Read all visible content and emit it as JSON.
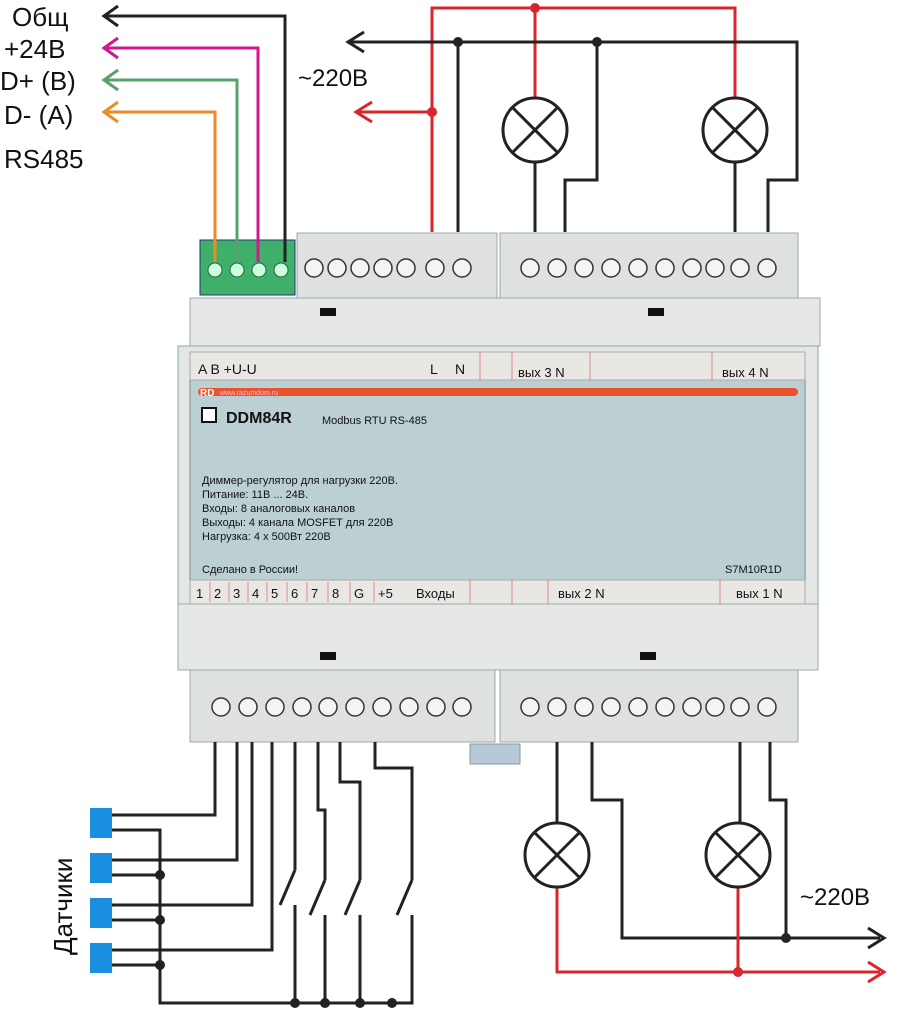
{
  "rs485": {
    "title": "RS485",
    "lines": [
      {
        "label": "Общ",
        "color": "#222222"
      },
      {
        "label": "+24В",
        "color": "#d6168c"
      },
      {
        "label": "D+ (B)",
        "color": "#5aa06e"
      },
      {
        "label": "D- (A)",
        "color": "#ee8a2a"
      }
    ]
  },
  "mains_top": {
    "label": "~220В"
  },
  "mains_bottom": {
    "label": "~220В"
  },
  "sensors_label": "Датчики",
  "device": {
    "top_terminals_left": "A B +U-U",
    "top_L": "L",
    "top_N": "N",
    "top_out3": "вых 3  N",
    "top_out4": "вых 4  N",
    "brand_logo": "RD",
    "brand_url": "www.razumdom.ru",
    "model": "DDM84R",
    "protocol": "Modbus RTU RS-485",
    "description": [
      "Диммер-регулятор для нагрузки 220В.",
      "Питание: 11В ... 24В.",
      "Входы: 8 аналоговых каналов",
      "Выходы: 4 канала MOSFET для 220В",
      "Нагрузка: 4 х 500Вт 220В"
    ],
    "made_in": "Сделано в России!",
    "serial": "S7M10R1D",
    "bottom_inputs": [
      "1",
      "2",
      "3",
      "4",
      "5",
      "6",
      "7",
      "8",
      "G",
      "+5"
    ],
    "bottom_inputs_label": "Входы",
    "bottom_out2": "вых 2  N",
    "bottom_out1": "вых 1  N"
  },
  "colors": {
    "phase": "#d8262c",
    "neutral": "#222222",
    "sensor": "#1a8fe0",
    "housing": "#e4e6e5",
    "label_panel": "#bcd0d3",
    "stripe": "#e8542c",
    "connector": "#3fb06a"
  }
}
